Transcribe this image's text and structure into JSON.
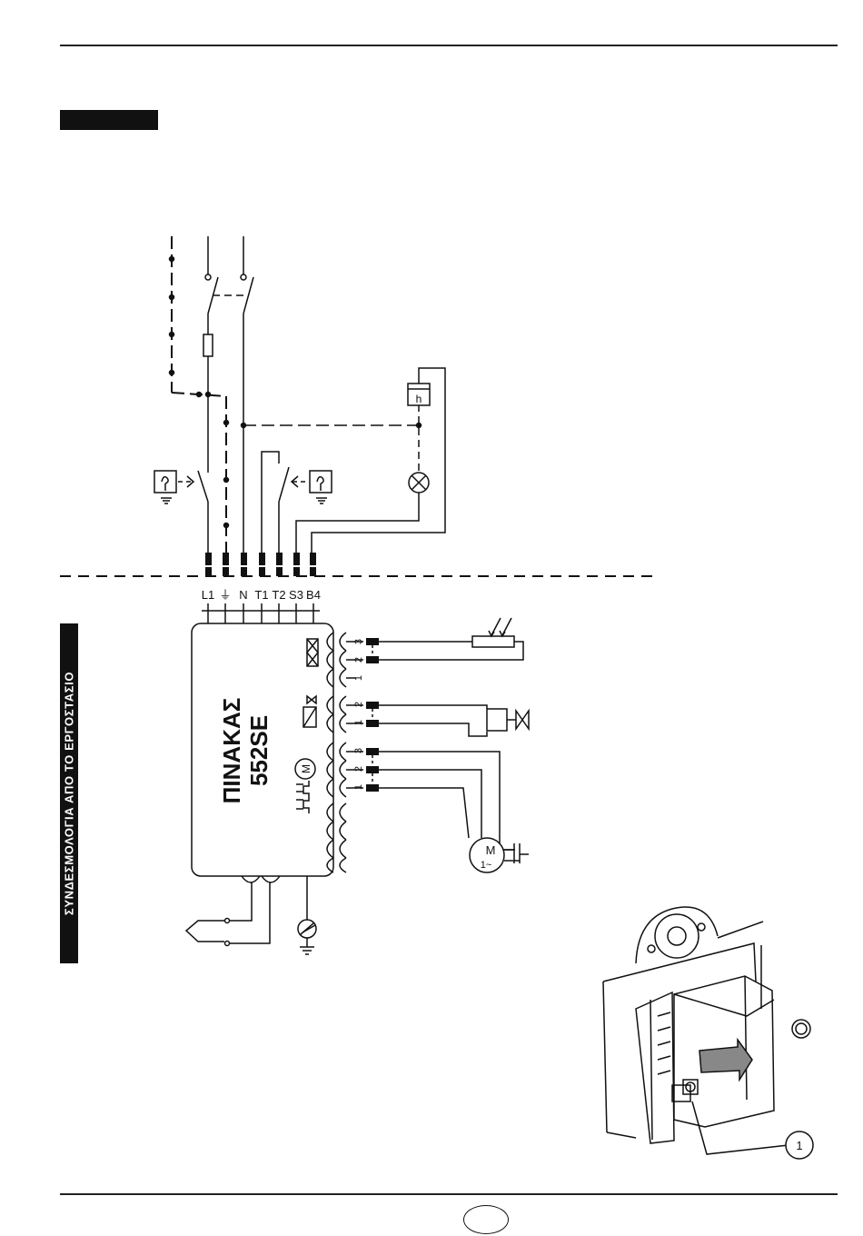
{
  "terminals": [
    "L1",
    "⏚",
    "N",
    "T1",
    "T2",
    "S3",
    "B4"
  ],
  "panel": {
    "title": "ΠΙΝΑΚΑΣ",
    "model": "552SE"
  },
  "side_label": "ΣΥΝΔΕΣΜΟΛΟΓΙΑ ΑΠΟ ΤΟ ΕΡΓΟΣΤΑΣΙΟ",
  "connectors": {
    "group_a": [
      "3",
      "2",
      "1"
    ],
    "group_b": [
      "2",
      "1"
    ],
    "group_c": [
      "3",
      "2",
      "1"
    ]
  },
  "hour_meter_label": "h",
  "motor": {
    "label": "M",
    "phase": "1~"
  },
  "callout": "1",
  "colors": {
    "ink": "#111111",
    "paper": "#ffffff"
  }
}
